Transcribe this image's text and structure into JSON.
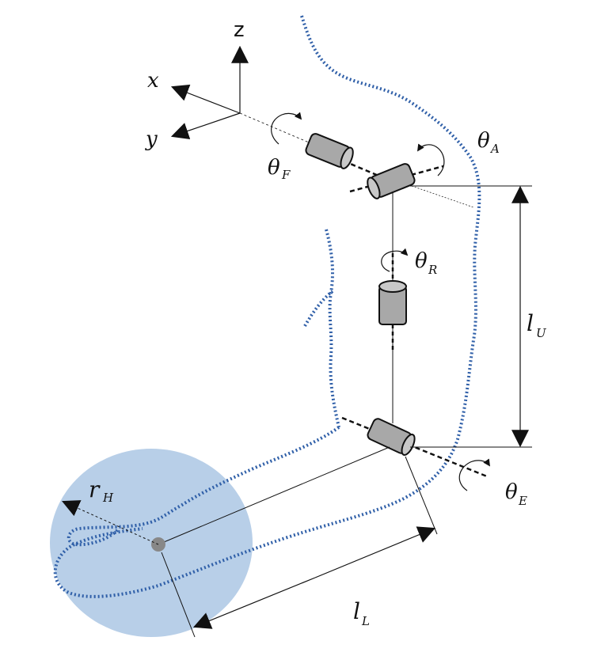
{
  "axes": {
    "z": "z",
    "x": "x",
    "y": "y"
  },
  "joints": {
    "theta_F": {
      "sym": "θ",
      "sub": "F"
    },
    "theta_A": {
      "sym": "θ",
      "sub": "A"
    },
    "theta_R": {
      "sym": "θ",
      "sub": "R"
    },
    "theta_E": {
      "sym": "θ",
      "sub": "E"
    }
  },
  "dimensions": {
    "l_U": {
      "sym": "l",
      "sub": "U"
    },
    "l_L": {
      "sym": "l",
      "sub": "L"
    },
    "r_H": {
      "sym": "r",
      "sub": "H"
    }
  },
  "colors": {
    "arm_outline": "#2f5fa8",
    "hand_region": "#b8cfe8",
    "cylinder_fill": "#a8a8a8",
    "hand_center": "#888888"
  }
}
